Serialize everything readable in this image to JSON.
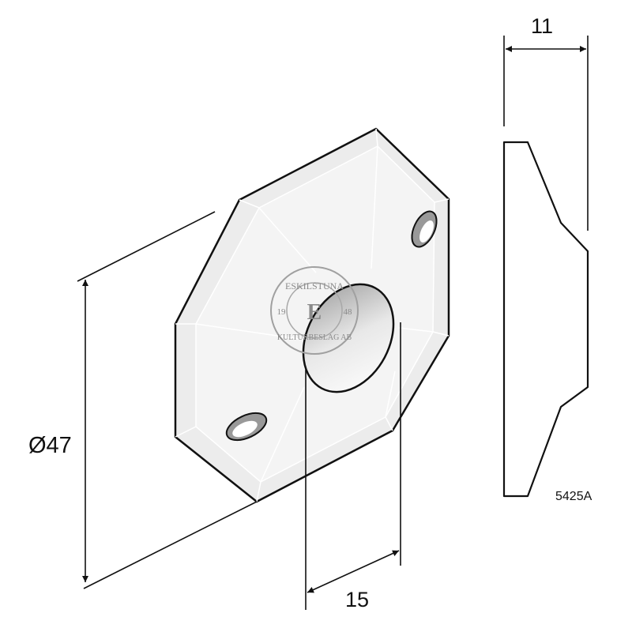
{
  "drawing": {
    "dimensions": {
      "diameter": "Ø47",
      "thickness": "11",
      "hole_offset": "15"
    },
    "part_number": "5425A",
    "watermark": {
      "text_top": "ESKILSTUNA",
      "text_bottom": "KULTURBESLAG AB",
      "year_left": "19",
      "year_right": "48",
      "letter": "E"
    }
  }
}
